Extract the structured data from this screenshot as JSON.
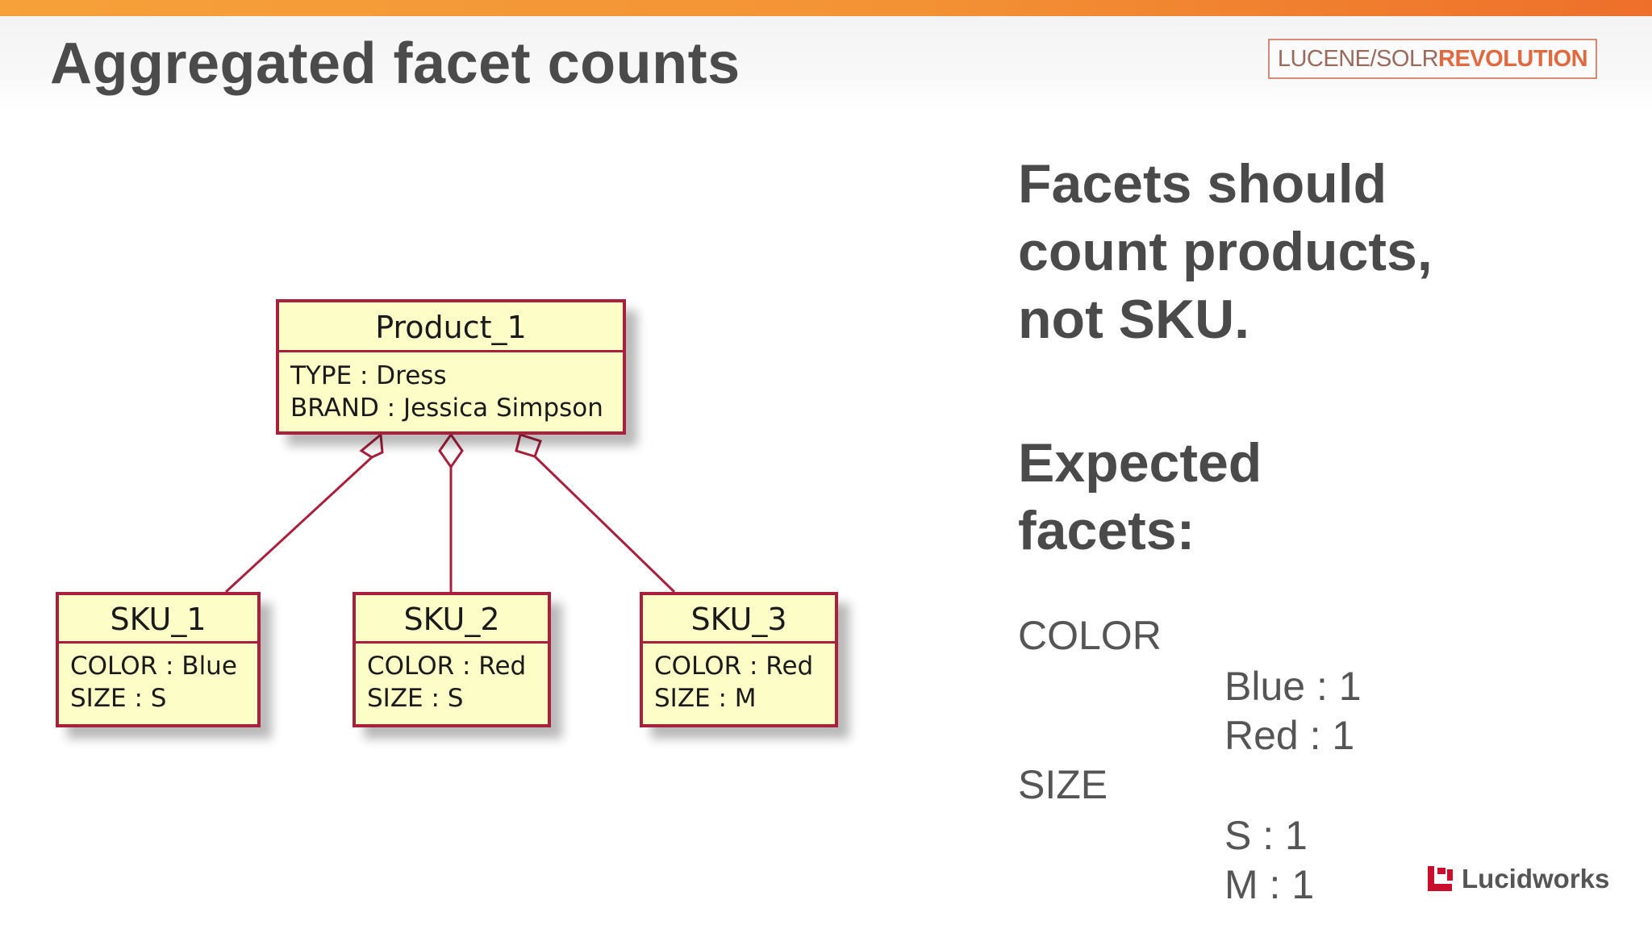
{
  "slide": {
    "title": "Aggregated facet counts",
    "conference_logo": {
      "part1": "LUCENE/SOLR",
      "part2": "REVOLUTION"
    },
    "brand_logo": "Lucidworks"
  },
  "diagram": {
    "product": {
      "name": "Product_1",
      "attributes": [
        "TYPE : Dress",
        "BRAND : Jessica Simpson"
      ]
    },
    "skus": [
      {
        "name": "SKU_1",
        "attributes": [
          "COLOR : Blue",
          "SIZE : S"
        ]
      },
      {
        "name": "SKU_2",
        "attributes": [
          "COLOR : Red",
          "SIZE : S"
        ]
      },
      {
        "name": "SKU_3",
        "attributes": [
          "COLOR : Red",
          "SIZE : M"
        ]
      }
    ],
    "relation": "aggregation"
  },
  "text": {
    "headline_lines": [
      "Facets should",
      "count products,",
      "not SKU."
    ],
    "expected_lines": [
      "Expected",
      "facets:"
    ]
  },
  "facets": [
    {
      "name": "COLOR",
      "values": [
        "Blue : 1",
        "Red : 1"
      ]
    },
    {
      "name": "SIZE",
      "values": [
        "S : 1",
        "M : 1"
      ]
    }
  ],
  "colors": {
    "accent_orange": "#f39235",
    "uml_border": "#a8203c",
    "uml_fill": "#fdfdc8",
    "logo_red": "#c8102e"
  }
}
